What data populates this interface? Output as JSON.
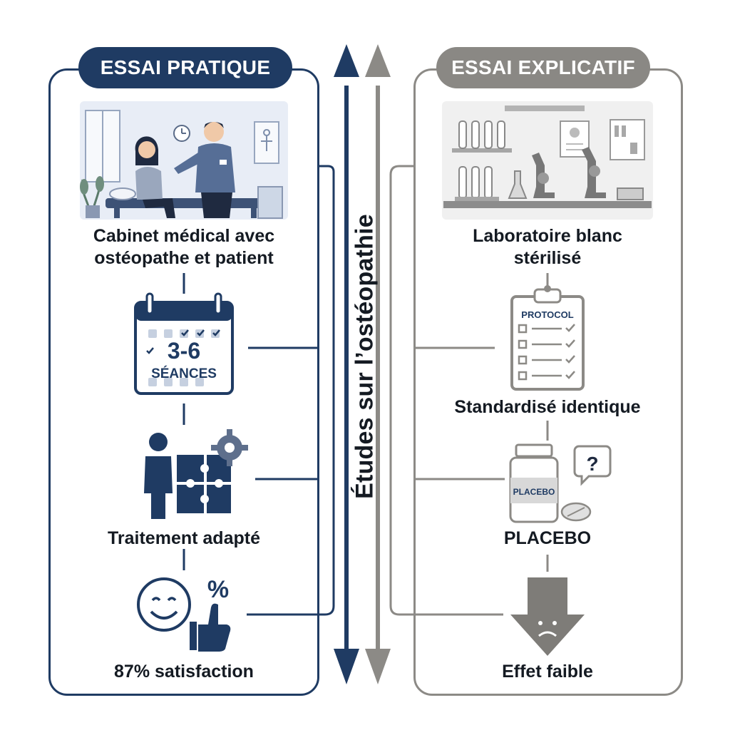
{
  "colors": {
    "pratique": "#1f3b63",
    "explicatif": "#8a8884",
    "text": "#141a22"
  },
  "center_title": "Études sur l’ostéopathie",
  "left": {
    "header": "ESSAI PRATIQUE",
    "items": [
      {
        "icon": "doctor-office-illustration",
        "label_line1": "Cabinet médical avec",
        "label_line2": "ostéopathe et patient"
      },
      {
        "icon": "calendar-icon",
        "calendar_value": "3-6",
        "calendar_unit": "SÉANCES"
      },
      {
        "icon": "person-puzzle-gear-icon",
        "label": "Traitement adapté"
      },
      {
        "icon": "smiley-thumbs-up-icon",
        "percent_symbol": "%",
        "label": "87% satisfaction"
      }
    ]
  },
  "right": {
    "header": "ESSAI EXPLICATIF",
    "items": [
      {
        "icon": "laboratory-illustration",
        "label_line1": "Laboratoire blanc",
        "label_line2": "stérilisé"
      },
      {
        "icon": "clipboard-protocol-icon",
        "clipboard_title": "PROTOCOL",
        "label": "Standardisé identique"
      },
      {
        "icon": "placebo-bottle-icon",
        "bottle_label": "PLACEBO",
        "bubble_symbol": "?",
        "label": "PLACEBO"
      },
      {
        "icon": "down-arrow-sad-icon",
        "label": "Effet faible"
      }
    ]
  }
}
